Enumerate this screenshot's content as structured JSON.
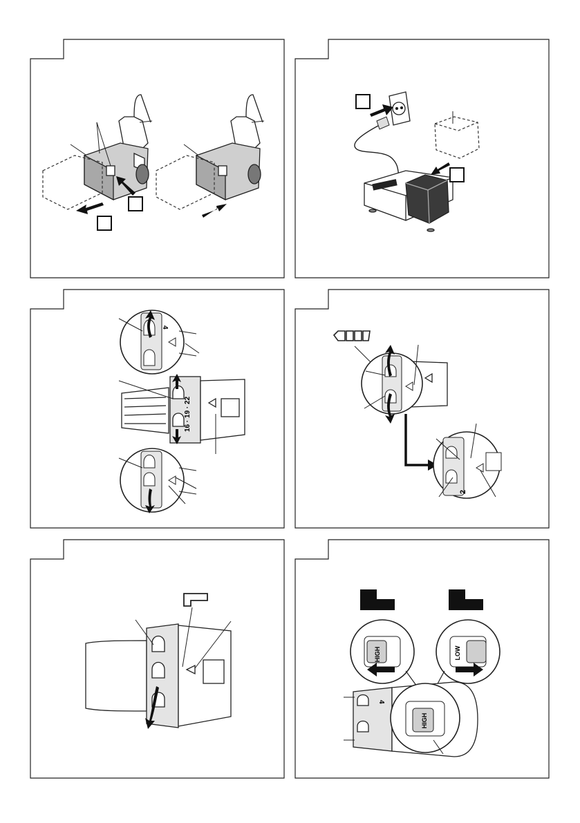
{
  "figure1": {
    "step_box_a": "",
    "step_box_b": ""
  },
  "figure2": {
    "step_box_a": "",
    "step_box_b": ""
  },
  "figure3": {
    "dial_digits_top": "4",
    "dial_digits_middle": "16 · 19 · 22",
    "dial_digits_bottom": ""
  },
  "figure4": {
    "dial_digit_bottom": "2"
  },
  "figure5": {},
  "figure6": {
    "switch_high": "HIGH",
    "switch_low": "LOW",
    "switch_high_main": "HIGH",
    "dial_digit": "4"
  }
}
